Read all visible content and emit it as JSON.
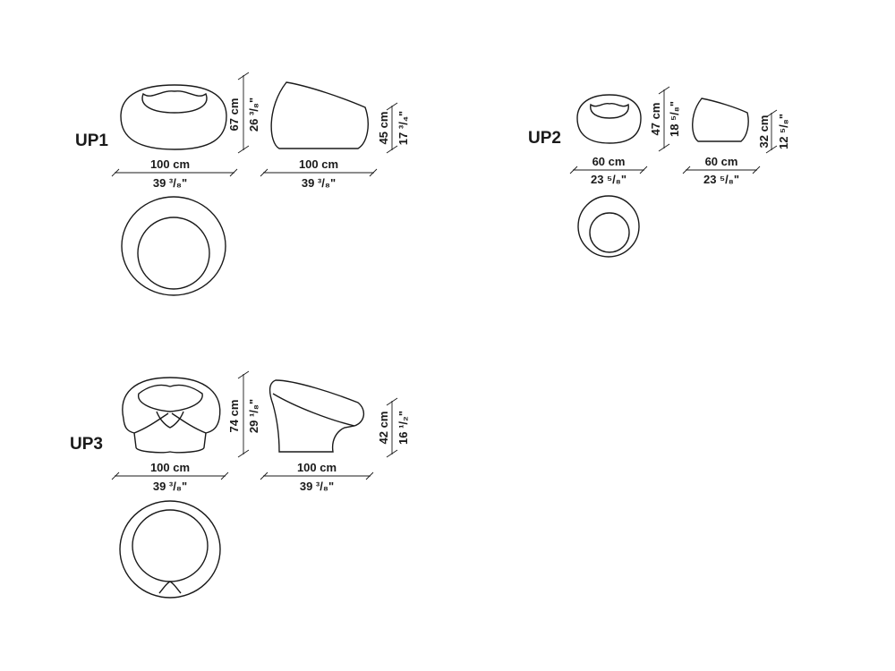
{
  "models": [
    {
      "id": "UP1",
      "front_width_cm": "100 cm",
      "front_width_in": "39 ³/₈\"",
      "height_cm": "67 cm",
      "height_in": "26 ³/₈\"",
      "side_width_cm": "100 cm",
      "side_width_in": "39 ³/₈\"",
      "seat_height_cm": "45 cm",
      "seat_height_in": "17 ³/₄\""
    },
    {
      "id": "UP2",
      "front_width_cm": "60 cm",
      "front_width_in": "23 ⁵/₈\"",
      "height_cm": "47 cm",
      "height_in": "18 ⁵/₈\"",
      "side_width_cm": "60 cm",
      "side_width_in": "23 ⁵/₈\"",
      "seat_height_cm": "32 cm",
      "seat_height_in": "12 ⁵/₈\""
    },
    {
      "id": "UP3",
      "front_width_cm": "100 cm",
      "front_width_in": "39 ³/₈\"",
      "height_cm": "74 cm",
      "height_in": "29 ¹/₈\"",
      "side_width_cm": "100 cm",
      "side_width_in": "39 ³/₈\"",
      "seat_height_cm": "42 cm",
      "seat_height_in": "16 ¹/₂\""
    }
  ]
}
